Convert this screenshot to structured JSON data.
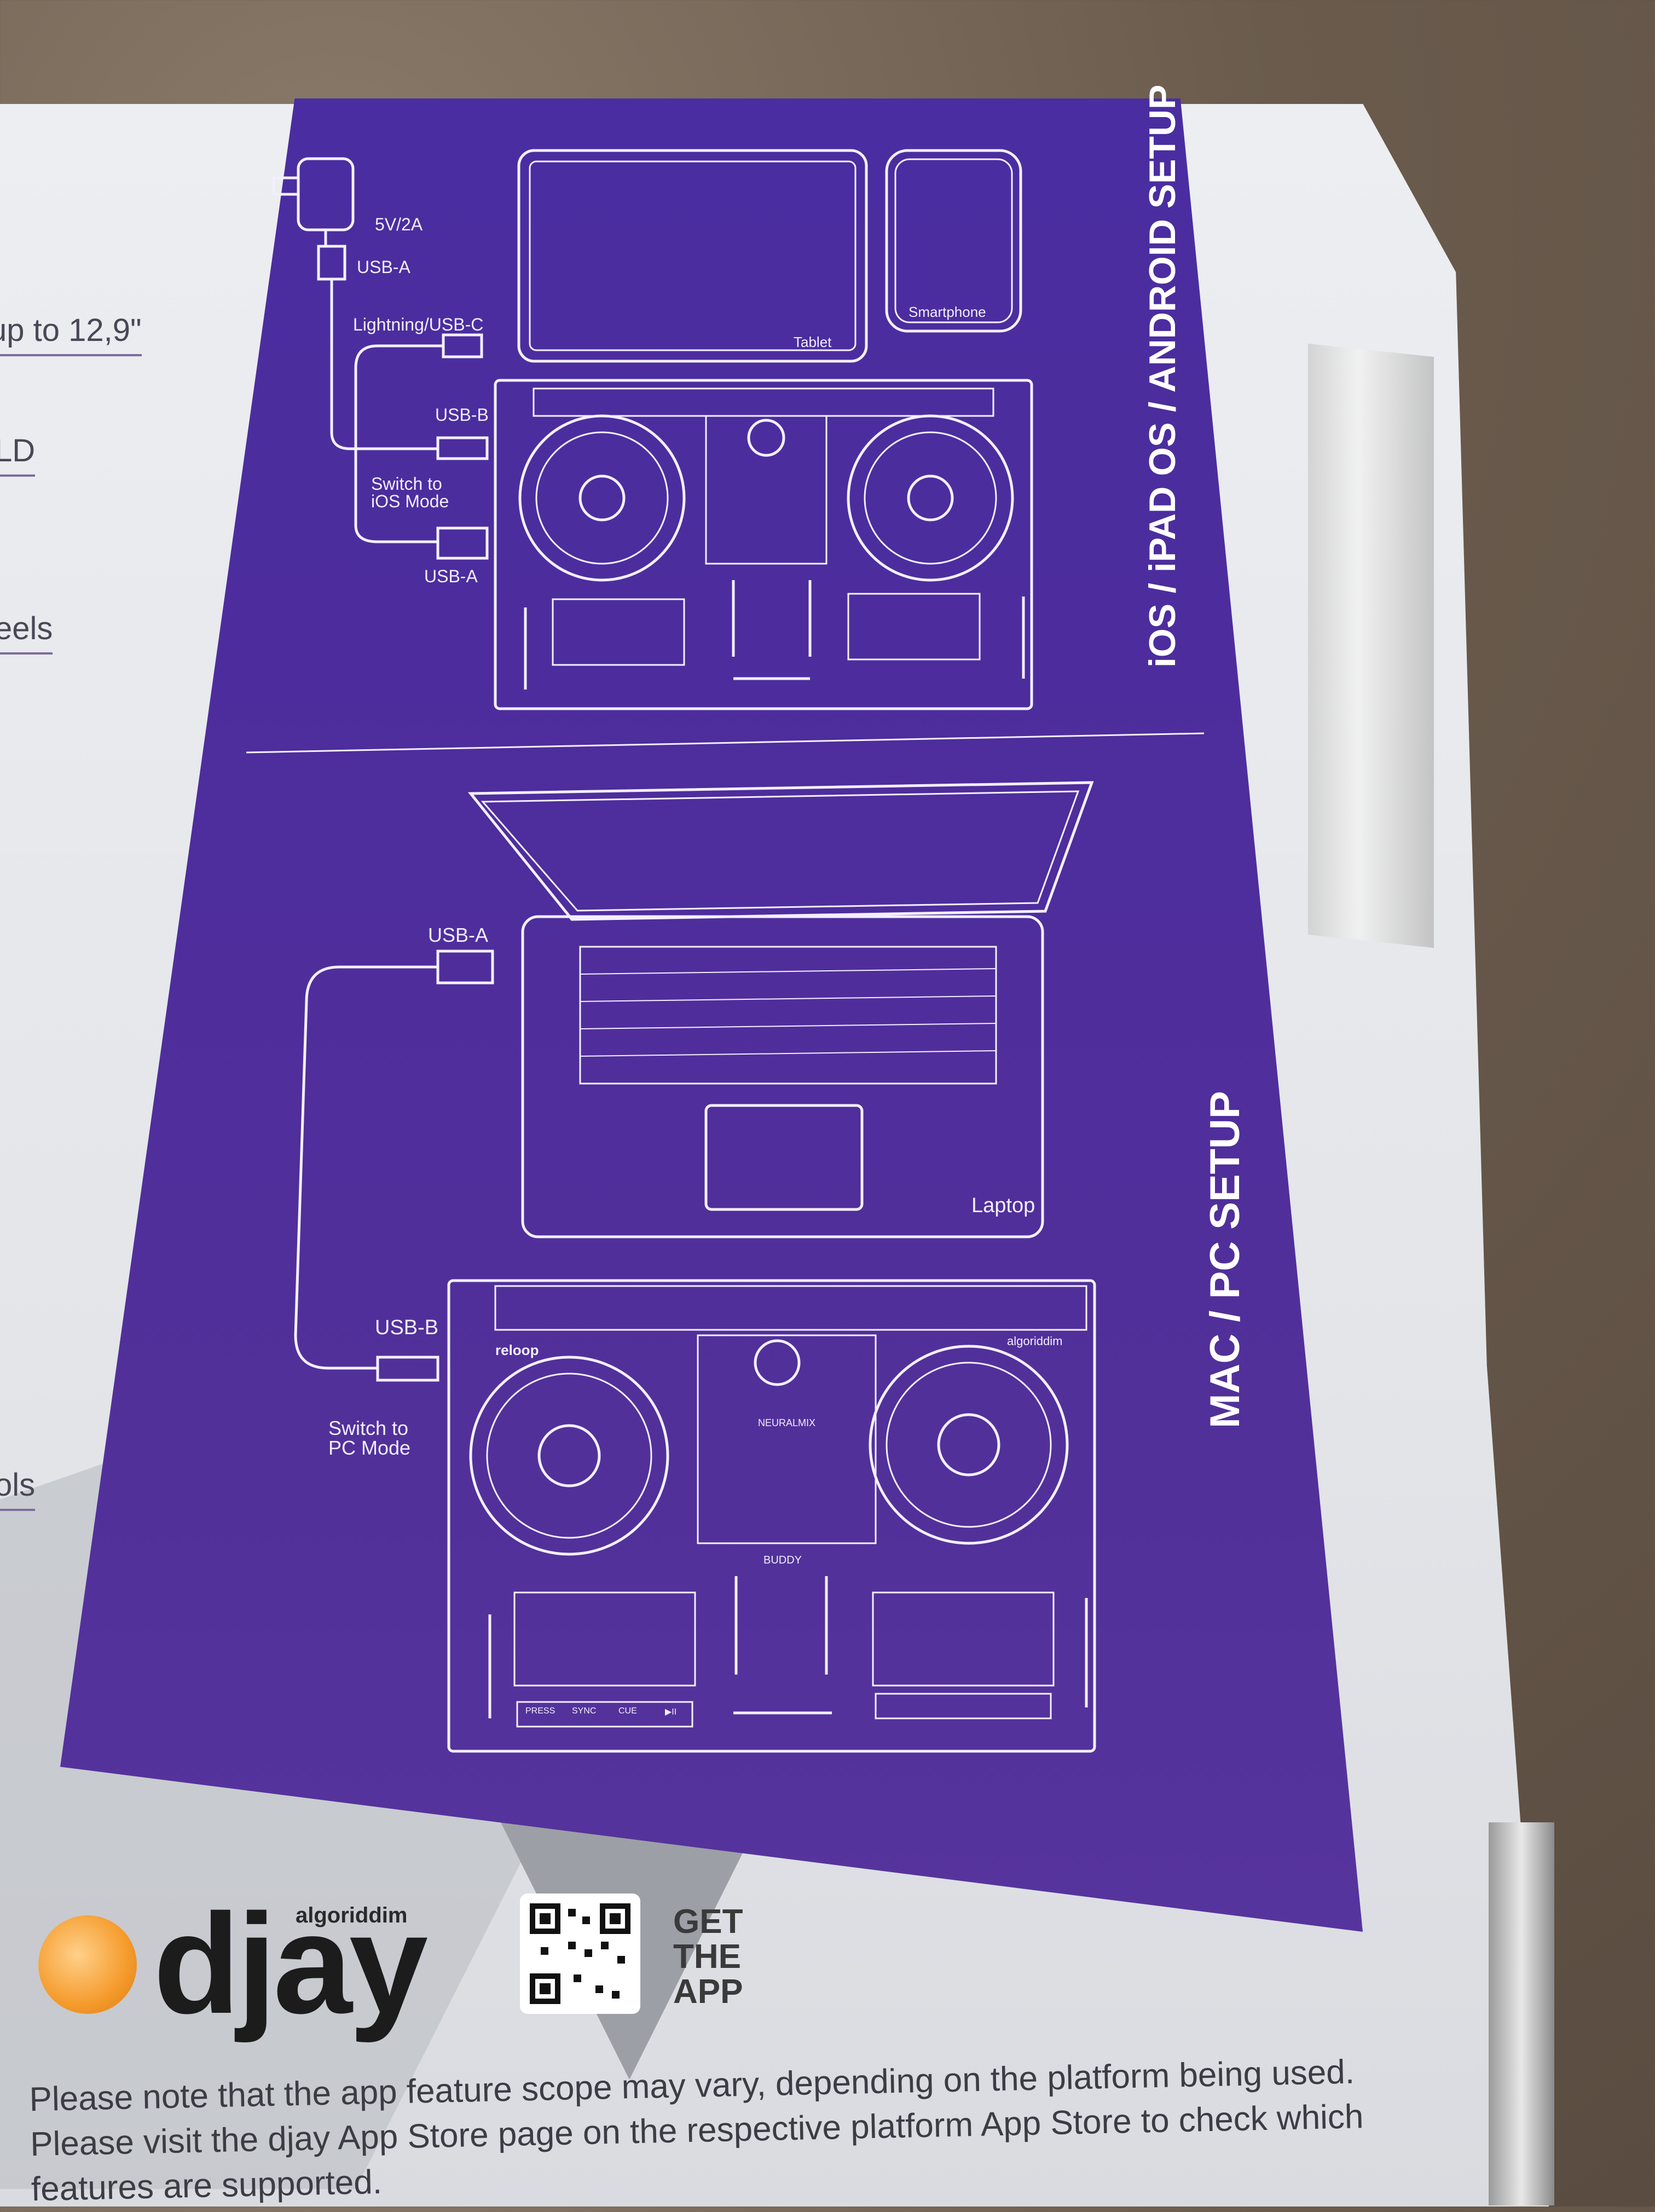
{
  "left_labels": [
    "up to 12,9\"",
    "LD",
    "eels",
    "ols"
  ],
  "top_setup": {
    "title": "iOS / iPAD OS / ANDROID SETUP",
    "power_label": "5V/2A",
    "usb_a_top": "USB-A",
    "lightning": "Lightning/USB-C",
    "usb_b": "USB-B",
    "switch": "Switch to\niOS Mode",
    "usb_a_bottom": "USB-A",
    "tablet": "Tablet",
    "smartphone": "Smartphone"
  },
  "bottom_setup": {
    "title": "MAC / PC SETUP",
    "usb_a": "USB-A",
    "usb_b": "USB-B",
    "switch": "Switch to\nPC Mode",
    "laptop": "Laptop"
  },
  "controller": {
    "brand": "reloop",
    "algo": "algoriddim",
    "buddy": "BUDDY",
    "neural": "NEURALMIX",
    "buttons": [
      "PRESS",
      "SYNC",
      "CUE",
      "▶II"
    ]
  },
  "footer": {
    "logo_brand": "algoriddim",
    "logo_text": "djay",
    "cta": [
      "GET",
      "THE",
      "APP"
    ],
    "note": "Please note that the app feature scope may vary, depending on the platform being used. Please visit the djay App Store page on the respective platform App Store to check which features are supported."
  },
  "colors": {
    "panel": "#4e2d9c",
    "line": "#ffffff",
    "accent": "#f59b2c"
  }
}
